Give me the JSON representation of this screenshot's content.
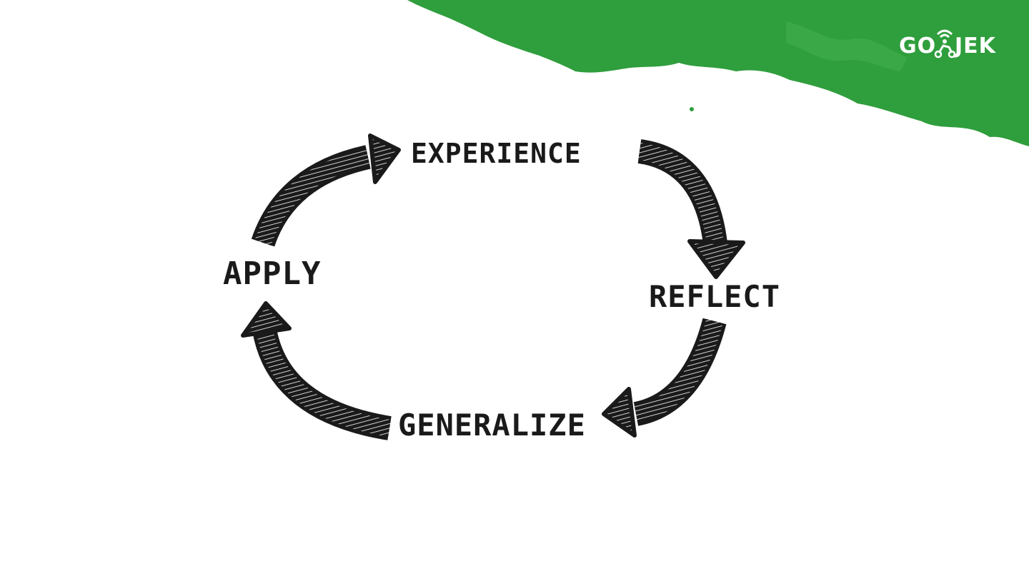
{
  "brand": {
    "name_left": "GO",
    "name_right": "JEK",
    "logo_icon": "scooter-rider-icon",
    "accent_color": "#2f9e3d"
  },
  "cycle": {
    "nodes": [
      {
        "id": "experience",
        "label": "EXPERIENCE"
      },
      {
        "id": "reflect",
        "label": "REFLECT"
      },
      {
        "id": "generalize",
        "label": "GENERALIZE"
      },
      {
        "id": "apply",
        "label": "APPLY"
      }
    ],
    "edges": [
      {
        "from": "experience",
        "to": "reflect"
      },
      {
        "from": "reflect",
        "to": "generalize"
      },
      {
        "from": "generalize",
        "to": "apply"
      },
      {
        "from": "apply",
        "to": "experience"
      }
    ],
    "arrow_color": "#1a1a1a",
    "hatch_color": "#ffffff"
  }
}
